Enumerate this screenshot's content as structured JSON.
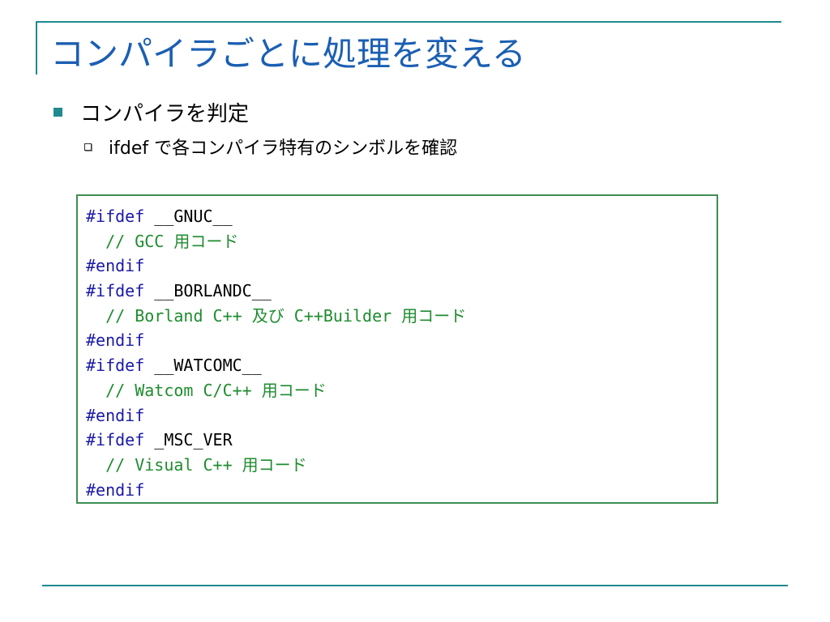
{
  "slide": {
    "title": "コンパイラごとに処理を変える",
    "bullets": [
      {
        "text": "コンパイラを判定",
        "sub_bullets": [
          {
            "text": "ifdef で各コンパイラ特有のシンボルを確認"
          }
        ]
      }
    ]
  },
  "colors": {
    "accent_rule": "#1f8a8f",
    "title": "#1b5fb3",
    "code_border": "#3e8e52",
    "preprocessor": "#1a1aa6",
    "comment": "#1e8c2e"
  },
  "code_block": {
    "lines": [
      {
        "type": "directive",
        "keyword": "#ifdef",
        "symbol": " __GNUC__"
      },
      {
        "type": "comment",
        "text": "  // GCC 用コード"
      },
      {
        "type": "directive",
        "keyword": "#endif",
        "symbol": ""
      },
      {
        "type": "directive",
        "keyword": "#ifdef",
        "symbol": " __BORLANDC__"
      },
      {
        "type": "comment",
        "text": "  // Borland C++ 及び C++Builder 用コード"
      },
      {
        "type": "directive",
        "keyword": "#endif",
        "symbol": ""
      },
      {
        "type": "directive",
        "keyword": "#ifdef",
        "symbol": " __WATCOMC__"
      },
      {
        "type": "comment",
        "text": "  // Watcom C/C++ 用コード"
      },
      {
        "type": "directive",
        "keyword": "#endif",
        "symbol": ""
      },
      {
        "type": "directive",
        "keyword": "#ifdef",
        "symbol": " _MSC_VER"
      },
      {
        "type": "comment",
        "text": "  // Visual C++ 用コード"
      },
      {
        "type": "directive",
        "keyword": "#endif",
        "symbol": ""
      }
    ]
  }
}
